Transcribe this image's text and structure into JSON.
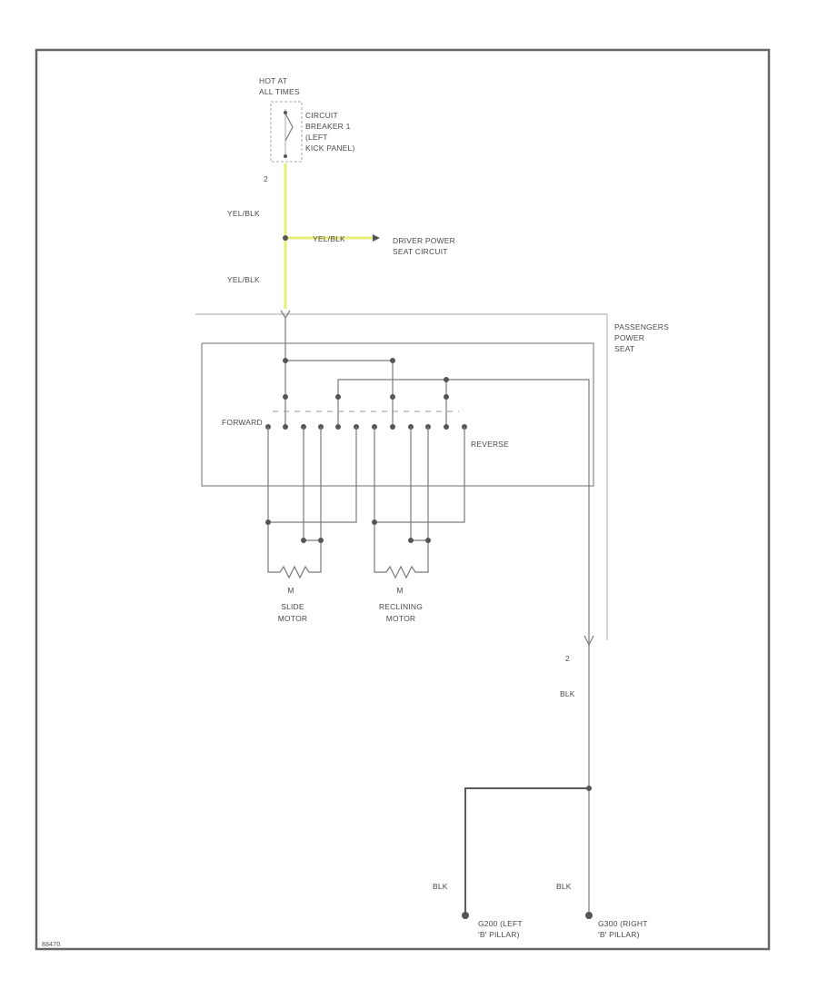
{
  "power": {
    "hot_line1": "HOT AT",
    "hot_line2": "ALL TIMES",
    "pin_top": "2",
    "breaker_line1": "CIRCUIT",
    "breaker_line2": "BREAKER 1",
    "breaker_line3": "(LEFT",
    "breaker_line4": "KICK PANEL)"
  },
  "wires": {
    "upper_color": "YEL/BLK",
    "branch_color": "YEL/BLK",
    "lower_color": "YEL/BLK",
    "ground_feed_color": "BLK",
    "ground_left_color": "BLK",
    "ground_right_color": "BLK",
    "yellow_hex": "#e6ee7a"
  },
  "driver_branch": {
    "line1": "DRIVER POWER",
    "line2": "SEAT CIRCUIT"
  },
  "component": {
    "line1": "PASSENGERS",
    "line2": "POWER",
    "line3": "SEAT"
  },
  "switch": {
    "forward": "FORWARD",
    "reverse": "REVERSE"
  },
  "motors": {
    "slide_symbol": "M",
    "slide_line1": "SLIDE",
    "slide_line2": "MOTOR",
    "recline_symbol": "M",
    "recline_line1": "RECLINING",
    "recline_line2": "MOTOR"
  },
  "ground_pin": "2",
  "grounds": {
    "left_line1": "G200 (LEFT",
    "left_line2": "'B' PILLAR)",
    "right_line1": "G300 (RIGHT",
    "right_line2": "'B' PILLAR)"
  },
  "figure_id": "88470"
}
